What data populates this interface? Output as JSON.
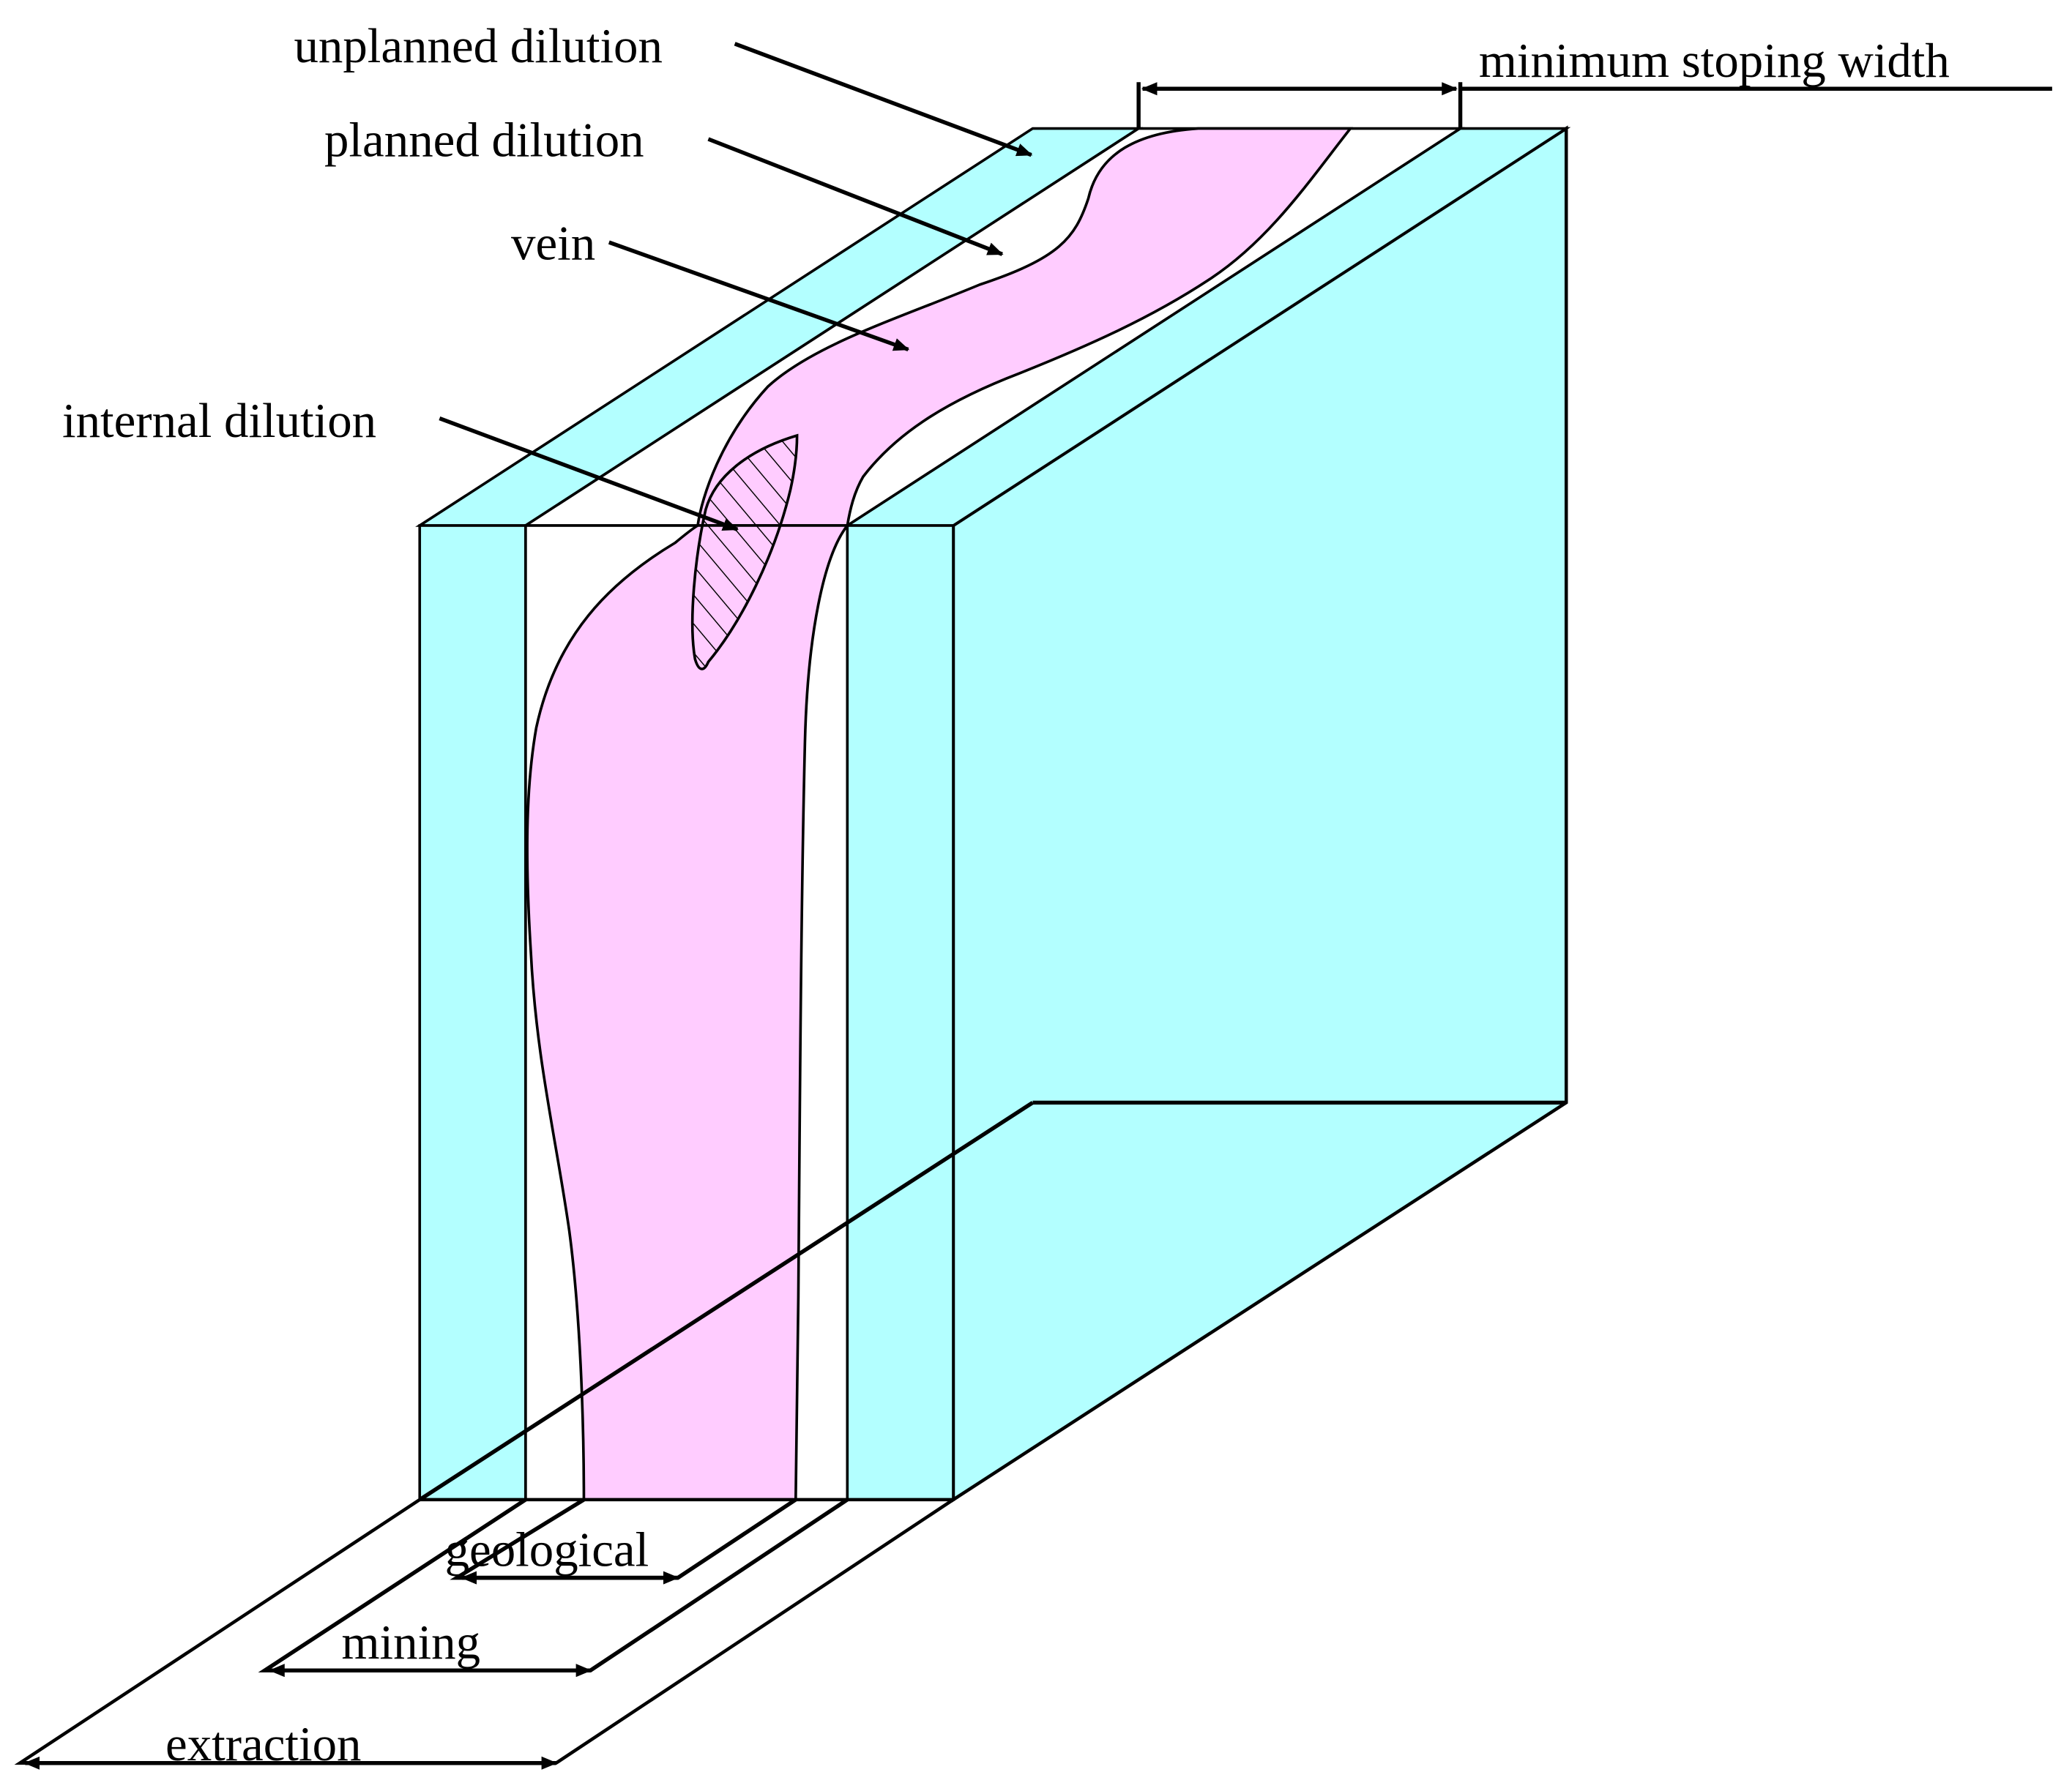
{
  "colors": {
    "wall_rock": "#b3ffff",
    "vein": "#ffccff",
    "lines": "#000000",
    "background": "#ffffff"
  },
  "labels": {
    "unplanned_dilution": "unplanned dilution",
    "planned_dilution": "planned dilution",
    "vein": "vein",
    "internal_dilution": "internal dilution",
    "minimum_stoping_width": "minimum stoping width",
    "geological": "geological",
    "mining": "mining",
    "extraction": "extraction"
  }
}
